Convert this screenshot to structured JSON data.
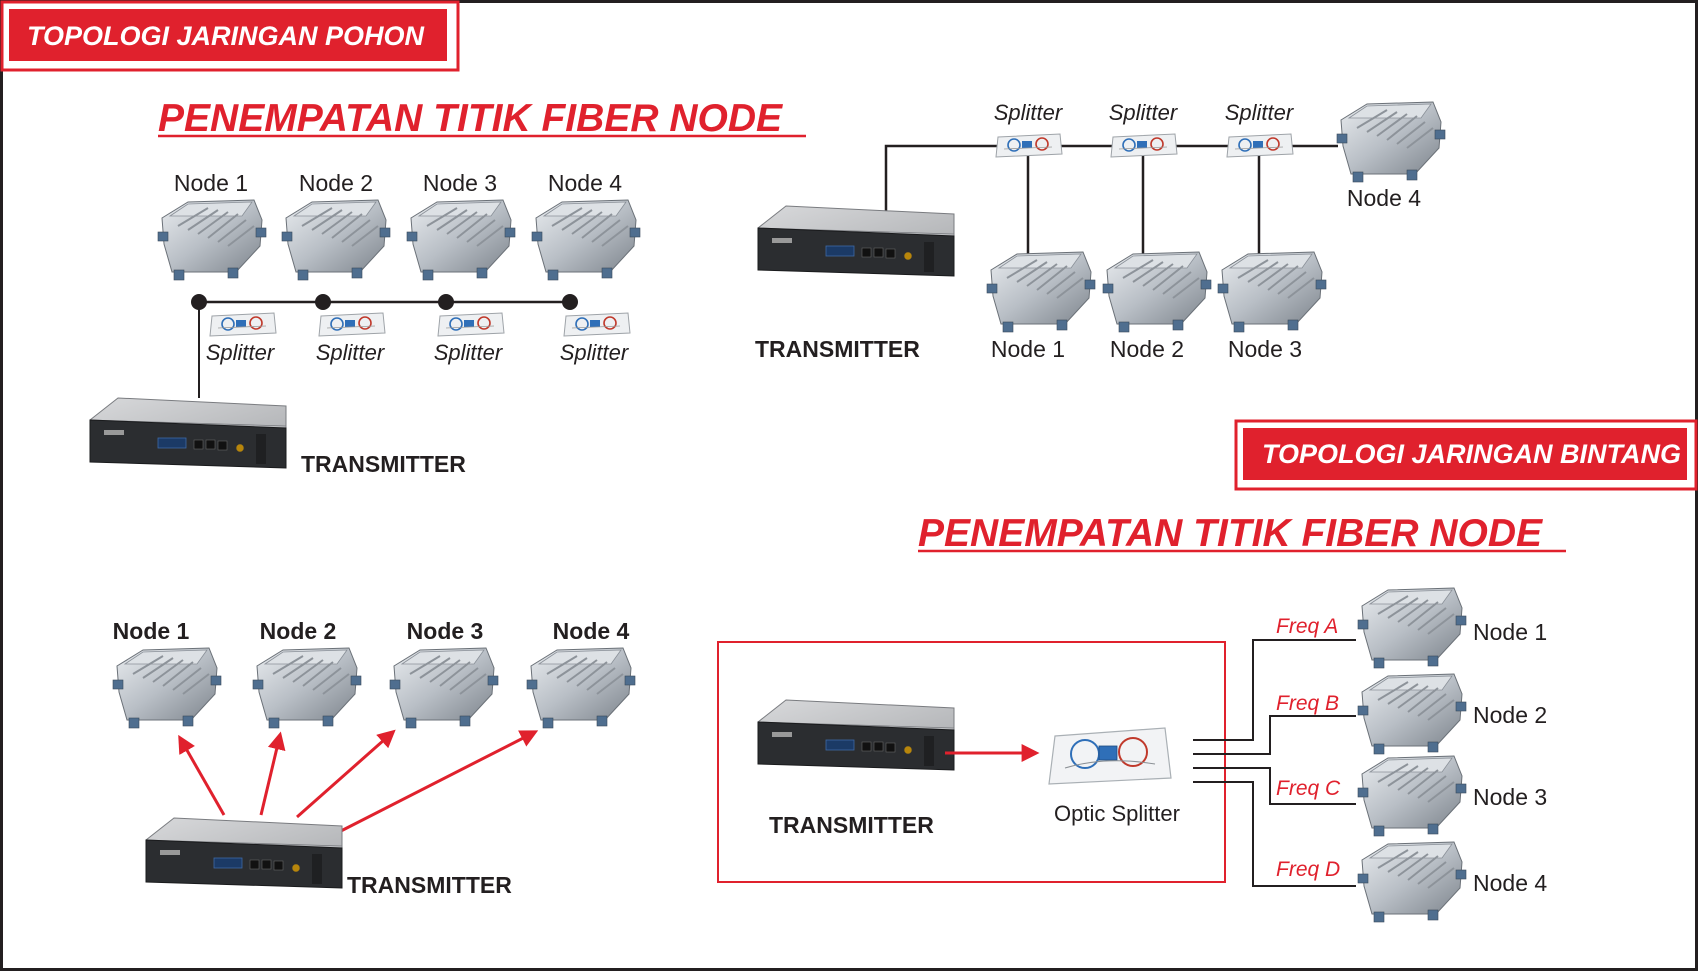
{
  "badges": {
    "tree": "TOPOLOGI JARINGAN POHON",
    "star": "TOPOLOGI JARINGAN BINTANG"
  },
  "headings": {
    "top": "PENEMPATAN  TITIK FIBER NODE",
    "bottom": "PENEMPATAN  TITIK FIBER NODE"
  },
  "tree_bus": {
    "nodes": [
      "Node 1",
      "Node 2",
      "Node 3",
      "Node 4"
    ],
    "splitters": [
      "Splitter",
      "Splitter",
      "Splitter",
      "Splitter"
    ],
    "transmitter": "TRANSMITTER"
  },
  "tree_cascade": {
    "splitters": [
      "Splitter",
      "Splitter",
      "Splitter"
    ],
    "nodes": [
      "Node 1",
      "Node 2",
      "Node 3"
    ],
    "end_node": "Node 4",
    "transmitter": "TRANSMITTER"
  },
  "star_direct": {
    "nodes": [
      "Node 1",
      "Node 2",
      "Node 3",
      "Node 4"
    ],
    "transmitter": "TRANSMITTER"
  },
  "star_splitter": {
    "transmitter": "TRANSMITTER",
    "splitter": "Optic Splitter",
    "freqs": [
      "Freq A",
      "Freq B",
      "Freq C",
      "Freq D"
    ],
    "nodes": [
      "Node 1",
      "Node 2",
      "Node 3",
      "Node 4"
    ]
  },
  "colors": {
    "accent": "#e0212d",
    "text": "#231f20"
  }
}
